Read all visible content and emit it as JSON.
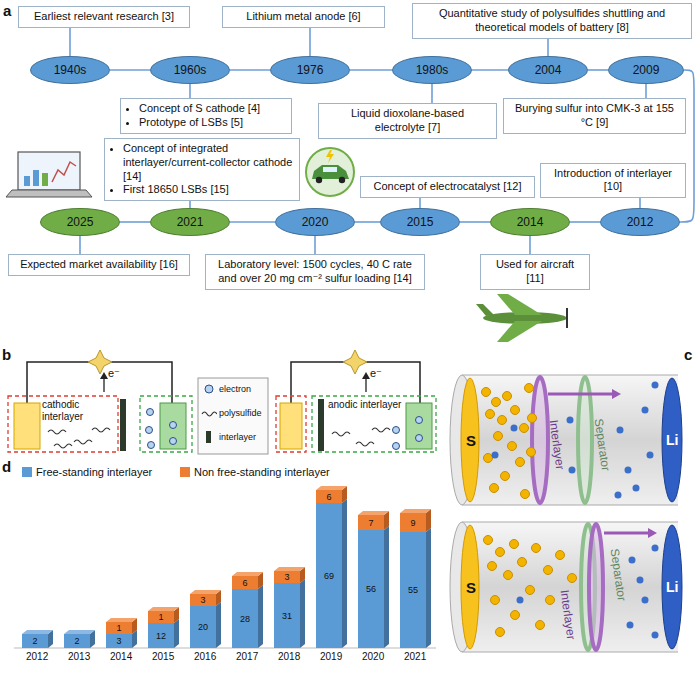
{
  "diagram": {
    "nodes": [
      {
        "text": [
          "Earliest relevant research [3]"
        ]
      },
      {
        "text": [
          "Lithium metal anode [6]"
        ]
      },
      {
        "text": [
          "Quantitative study of polysulfides shuttling and theoretical models of battery [8]"
        ]
      },
      {
        "text": [
          "1940s"
        ]
      },
      {
        "text": [
          "1960s"
        ]
      },
      {
        "text": [
          "1976"
        ]
      },
      {
        "text": [
          "1980s"
        ]
      },
      {
        "text": [
          "2004"
        ]
      },
      {
        "text": [
          "2009"
        ]
      },
      {
        "text": [
          "Concept of S cathode [4]",
          "Prototype of LSBs [5]"
        ]
      },
      {
        "text": [
          "Liquid dioxolane-based electrolyte [7]"
        ]
      },
      {
        "text": [
          "Burying sulfur into CMK-3 at 155 °C [9]"
        ]
      },
      {
        "text": [
          "Concept of integrated interlayer/current-collector cathode [14]",
          "First 18650 LSBs [15]"
        ]
      },
      {
        "text": [
          "Concept of electrocatalyst [12]"
        ]
      },
      {
        "text": [
          "Introduction of interlayer [10]"
        ]
      },
      {
        "text": [
          "2025"
        ]
      },
      {
        "text": [
          "2021"
        ]
      },
      {
        "text": [
          "2020"
        ]
      },
      {
        "text": [
          "2015"
        ]
      },
      {
        "text": [
          "2014"
        ]
      },
      {
        "text": [
          "2012"
        ]
      },
      {
        "text": [
          "Expected market availability [16]"
        ]
      },
      {
        "text": [
          "Laboratory level: 1500 cycles, 40 C rate and over 20 mg cm⁻² sulfur loading [14]"
        ]
      },
      {
        "text": [
          "Used for aircraft [11]"
        ]
      }
    ],
    "edges": [
      {
        "from": 3,
        "to": 4,
        "arrow": "none"
      },
      {
        "from": 4,
        "to": 5,
        "arrow": "none"
      },
      {
        "from": 5,
        "to": 6,
        "arrow": "none"
      },
      {
        "from": 6,
        "to": 7,
        "arrow": "none"
      },
      {
        "from": 7,
        "to": 8,
        "arrow": "none"
      },
      {
        "from": 8,
        "to": 20,
        "arrow": "none"
      },
      {
        "from": 20,
        "to": 19,
        "arrow": "none"
      },
      {
        "from": 19,
        "to": 18,
        "arrow": "none"
      },
      {
        "from": 18,
        "to": 17,
        "arrow": "none"
      },
      {
        "from": 17,
        "to": 16,
        "arrow": "none"
      },
      {
        "from": 16,
        "to": 15,
        "arrow": "none"
      },
      {
        "from": 3,
        "to": 0,
        "arrow": "none"
      },
      {
        "from": 4,
        "to": 9,
        "arrow": "none"
      },
      {
        "from": 5,
        "to": 1,
        "arrow": "none"
      },
      {
        "from": 6,
        "to": 10,
        "arrow": "none"
      },
      {
        "from": 7,
        "to": 2,
        "arrow": "none"
      },
      {
        "from": 8,
        "to": 11,
        "arrow": "none"
      },
      {
        "from": 16,
        "to": 12,
        "arrow": "none"
      },
      {
        "from": 18,
        "to": 13,
        "arrow": "none"
      },
      {
        "from": 20,
        "to": 14,
        "arrow": "none"
      },
      {
        "from": 15,
        "to": 21,
        "arrow": "none"
      },
      {
        "from": 17,
        "to": 22,
        "arrow": "none"
      },
      {
        "from": 19,
        "to": 23,
        "arrow": "none"
      }
    ],
    "labels": [
      "a",
      "b",
      "e⁻",
      "cathodic interlayer",
      "e⁻",
      "anodic interlayer",
      "c",
      "S",
      "Interlayer",
      "Separator",
      "Li",
      "S",
      "Separator",
      "Interlayer",
      "Li",
      "d",
      "2",
      "2",
      "1",
      "3",
      "1",
      "12",
      "3",
      "20",
      "6",
      "28",
      "3",
      "31",
      "6",
      "69",
      "7",
      "56",
      "9",
      "55",
      "2012",
      "2013",
      "2014",
      "2015",
      "2016",
      "2017",
      "2018",
      "2019",
      "2020",
      "2021"
    ],
    "legend": [
      {
        "text": "electron"
      },
      {
        "text": "polysulfide"
      },
      {
        "text": "interlayer"
      },
      {
        "text": "Free-standing interlayer",
        "color": "#5b9bd5"
      },
      {
        "text": "Non free-standing interlayer",
        "color": "#ed7d31"
      }
    ]
  }
}
